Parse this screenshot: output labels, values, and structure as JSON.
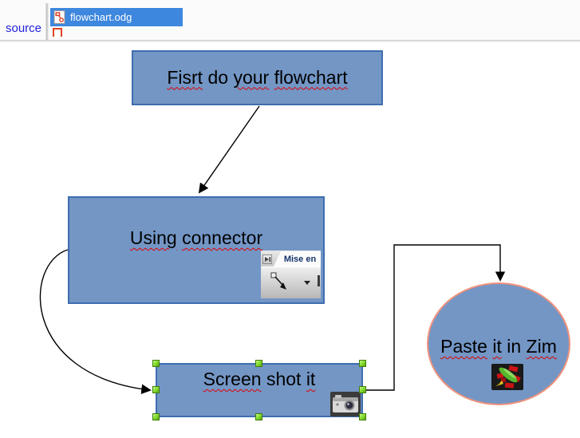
{
  "topbar": {
    "source_label": "source",
    "selected_file": "flowchart.odg"
  },
  "embedded_toolbar": {
    "tab_label": "Mise en"
  },
  "nodes": {
    "box1": {
      "shape": "rectangle",
      "label": "Fisrt do your flowchart",
      "words": [
        {
          "text": "Fisrt",
          "misspelled": true
        },
        {
          "text": "do",
          "misspelled": false
        },
        {
          "text": "your",
          "misspelled": true
        },
        {
          "text": "flowchart",
          "misspelled": true
        }
      ]
    },
    "box2": {
      "shape": "rectangle",
      "label": "Using connector",
      "words": [
        {
          "text": "Using",
          "misspelled": true
        },
        {
          "text": "connector",
          "misspelled": true
        }
      ]
    },
    "box3": {
      "shape": "rectangle",
      "label": "Screen shot it",
      "selected": true,
      "words": [
        {
          "text": "Screen",
          "misspelled": true
        },
        {
          "text": "shot",
          "misspelled": false
        },
        {
          "text": "it",
          "misspelled": true
        }
      ]
    },
    "ellipse1": {
      "shape": "ellipse",
      "label": "Paste it in Zim",
      "words": [
        {
          "text": "Paste",
          "misspelled": true
        },
        {
          "text": "it",
          "misspelled": true
        },
        {
          "text": "in",
          "misspelled": false
        },
        {
          "text": "Zim",
          "misspelled": true
        }
      ]
    }
  },
  "edges": [
    {
      "from": "box1",
      "to": "box2",
      "style": "straight-arrow"
    },
    {
      "from": "box2",
      "to": "box3",
      "style": "curved-arrow"
    },
    {
      "from": "box3",
      "to": "ellipse1",
      "style": "orthogonal-arrow"
    }
  ],
  "icons": {
    "file_list": "odg-document-icon",
    "box3_image": "camera-icon",
    "ellipse_image": "zim-logo-icon",
    "toolbar_tool": "connector-tool-icon",
    "toolbar_nav": "skip-forward-icon",
    "toolbar_dropdown": "chevron-down-icon"
  },
  "colors": {
    "node_fill": "#7396c5",
    "node_border": "#3e6db0",
    "ellipse_border": "#ef927d",
    "selection_handle": "#8ae234",
    "selection_blue": "#3d87de",
    "link_blue": "#2222dd",
    "arrow": "#000000"
  }
}
